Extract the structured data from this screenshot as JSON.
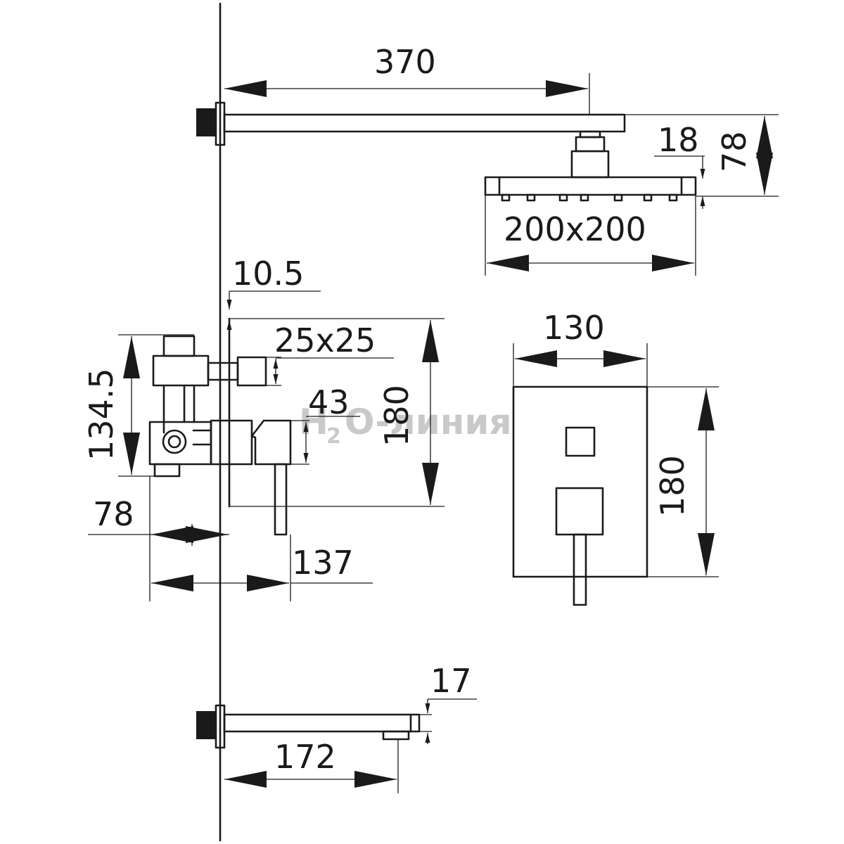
{
  "dimensions": {
    "arm_length": "370",
    "head_thickness": "18",
    "head_height": "78",
    "head_size": "200x200",
    "wall_gap": "10.5",
    "outlet_size": "25x25",
    "mixer_depth": "134.5",
    "handle_offset": "43",
    "mixer_height": "180",
    "body_depth": "78",
    "total_depth": "137",
    "plate_width": "130",
    "plate_height": "180",
    "spout_height": "17",
    "spout_length": "172"
  },
  "watermark": {
    "h": "H",
    "sub": "2",
    "rest": "O-линия"
  }
}
